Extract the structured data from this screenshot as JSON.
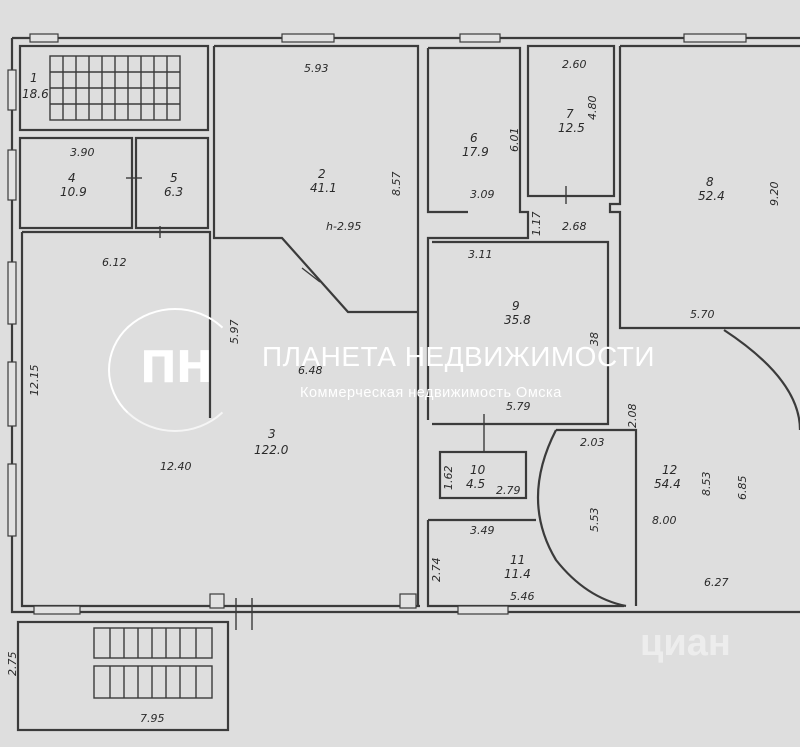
{
  "watermark": {
    "monogram": "ПН",
    "title": "ПЛАНЕТА НЕДВИЖИМОСТИ",
    "subtitle": "Коммерческая недвижимость Омска",
    "corner_mark": "циан"
  },
  "rooms": [
    {
      "id": "1",
      "area": "18.6"
    },
    {
      "id": "2",
      "area": "41.1"
    },
    {
      "id": "3",
      "area": "122.0"
    },
    {
      "id": "4",
      "area": "10.9"
    },
    {
      "id": "5",
      "area": "6.3"
    },
    {
      "id": "6",
      "area": "17.9"
    },
    {
      "id": "7",
      "area": "12.5"
    },
    {
      "id": "8",
      "area": "52.4"
    },
    {
      "id": "9",
      "area": "35.8"
    },
    {
      "id": "10",
      "area": "4.5"
    },
    {
      "id": "11",
      "area": "11.4"
    },
    {
      "id": "12",
      "area": "54.4"
    }
  ],
  "dimensions": [
    "5.93",
    "2.60",
    "3.90",
    "8.57",
    "6.01",
    "4.80",
    "9.20",
    "h-2.95",
    "3.09",
    "1.17",
    "2.68",
    "6.12",
    "3.11",
    "5.97",
    "6.48",
    "12.15",
    "5.70",
    "5.79",
    "2.08",
    "12.40",
    "2.03",
    "1.62",
    "2.79",
    "5.53",
    "8.00",
    "8.53",
    "6.85",
    "3.49",
    "2.74",
    "5.46",
    "6.27",
    "2.75",
    "7.95",
    "38"
  ]
}
